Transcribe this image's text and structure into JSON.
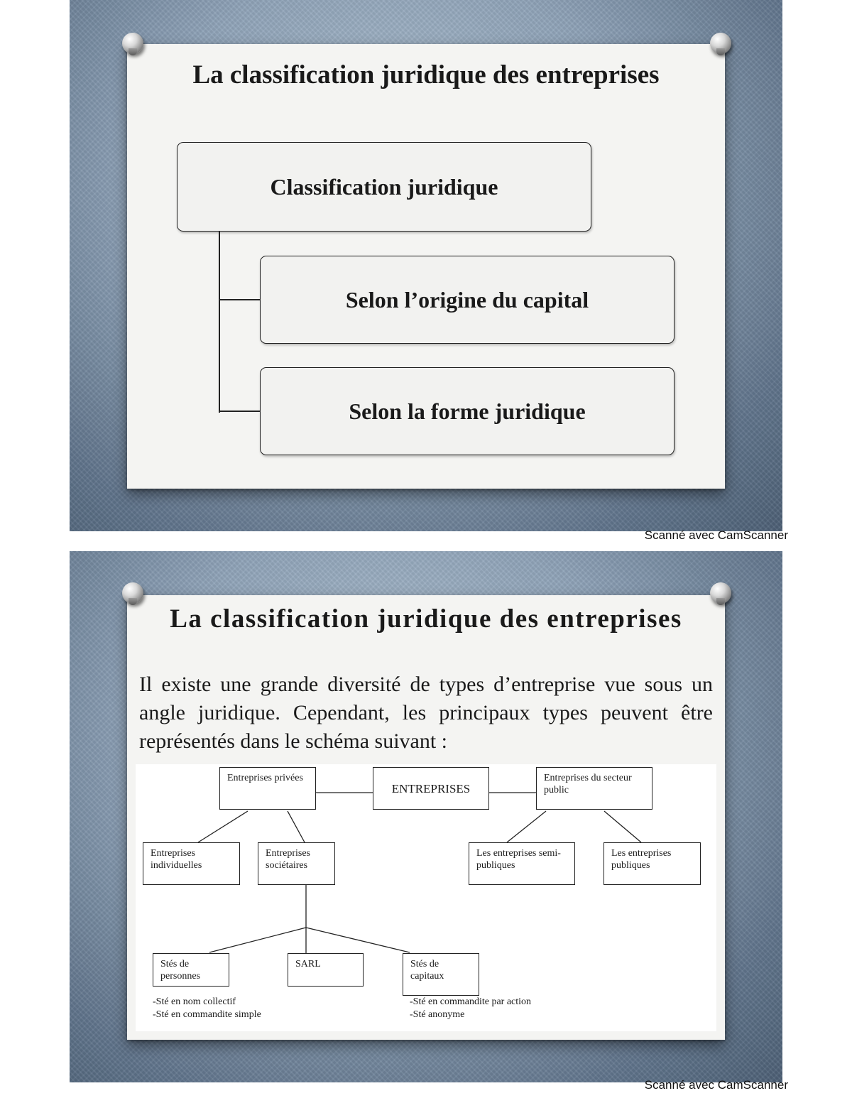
{
  "slide1": {
    "title": "La classification juridique des entreprises",
    "root": "Classification juridique",
    "branches": [
      "Selon l’origine du capital",
      "Selon la forme juridique"
    ]
  },
  "slide2": {
    "title": "La classification juridique des entreprises",
    "paragraph": "Il existe une grande diversité de types d’entreprise vue sous un angle juridique. Cependant, les principaux types peuvent être représentés dans le schéma suivant :",
    "chart": {
      "root": "ENTREPRISES",
      "privees": "Entreprises privées",
      "secteur_public": "Entreprises du secteur public",
      "individuelles": "Entreprises individuelles",
      "societaires": "Entreprises sociétaires",
      "semi_publiques": "Les entreprises semi-publiques",
      "publiques": "Les entreprises publiques",
      "stes_personnes": "Stés de personnes",
      "sarl": "SARL",
      "stes_capitaux": "Stés de capitaux",
      "personnes_types": [
        "-Sté en nom collectif",
        "-Sté en commandite simple"
      ],
      "capitaux_types": [
        "-Sté en commandite par action",
        "-Sté anonyme"
      ]
    }
  },
  "footer": "Scanné avec CamScanner"
}
